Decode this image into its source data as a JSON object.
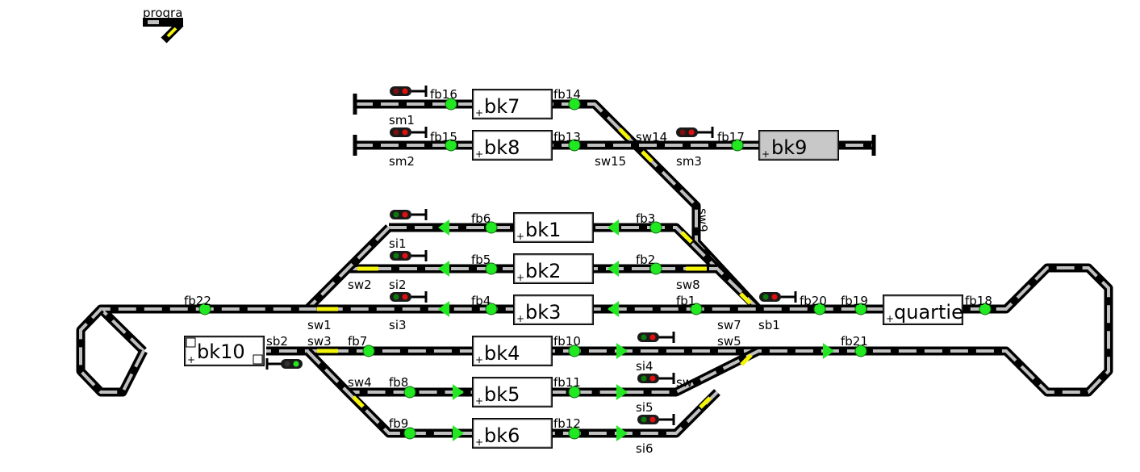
{
  "app": {
    "program_label": "progra"
  },
  "colors": {
    "track": "#000000",
    "tie": "#c0c0c0",
    "switch_active": "#f5f50a",
    "sensor": "#22e822",
    "arrow": "#22e822",
    "signal_red": "#e01010",
    "signal_green": "#0c7a0c",
    "block_fill": "#ffffff",
    "block_occupied": "#c8c8c8"
  },
  "blocks": {
    "bk1": "bk1",
    "bk2": "bk2",
    "bk3": "bk3",
    "bk4": "bk4",
    "bk5": "bk5",
    "bk6": "bk6",
    "bk7": "bk7",
    "bk8": "bk8",
    "bk9": "bk9",
    "bk10": "bk10",
    "quartie": "quartie"
  },
  "sensors": {
    "fb1": "fb1",
    "fb2": "fb2",
    "fb3": "fb3",
    "fb4": "fb4",
    "fb5": "fb5",
    "fb6": "fb6",
    "fb7": "fb7",
    "fb8": "fb8",
    "fb9": "fb9",
    "fb10": "fb10",
    "fb11": "fb11",
    "fb12": "fb12",
    "fb13": "fb13",
    "fb14": "fb14",
    "fb15": "fb15",
    "fb16": "fb16",
    "fb17": "fb17",
    "fb18": "fb18",
    "fb19": "fb19",
    "fb20": "fb20",
    "fb21": "fb21",
    "fb22": "fb22"
  },
  "switches": {
    "sw1": "sw1",
    "sw2": "sw2",
    "sw3": "sw3",
    "sw4": "sw4",
    "sw5": "sw5",
    "sw6": "sw6",
    "sw7": "sw7",
    "sw8": "sw8",
    "sw9": "sw9",
    "sw14": "sw14",
    "sw15": "sw15"
  },
  "signals": {
    "si1": "si1",
    "si2": "si2",
    "si3": "si3",
    "si4": "si4",
    "si5": "si5",
    "si6": "si6",
    "sm1": "sm1",
    "sm2": "sm2",
    "sm3": "sm3",
    "sb1": "sb1",
    "sb2": "sb2"
  }
}
